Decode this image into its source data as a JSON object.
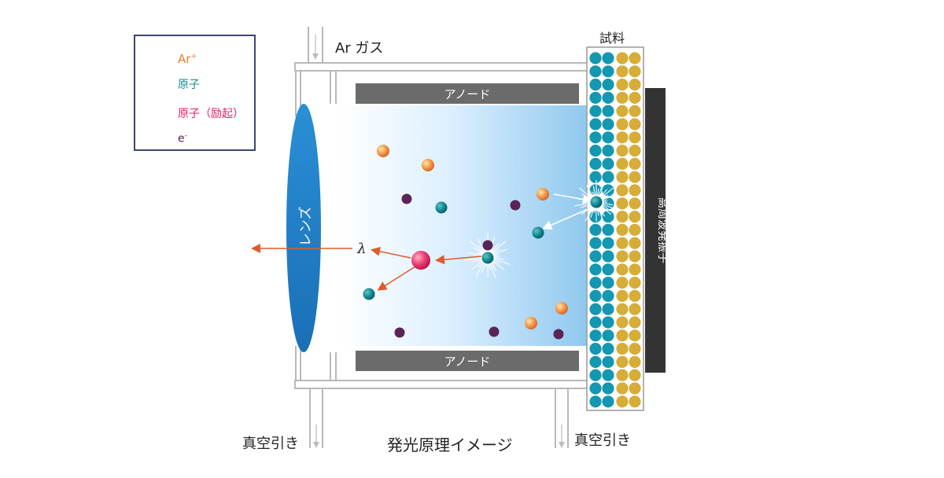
{
  "legend": {
    "items": [
      {
        "key": "ar_ion",
        "label": "Ar",
        "sup": "+",
        "color": "#e8832e"
      },
      {
        "key": "atom",
        "label": "原子",
        "color": "#138a94"
      },
      {
        "key": "excited_atom",
        "label": "原子（励起）",
        "color": "#e5206e"
      },
      {
        "key": "electron",
        "label": "e",
        "sup": "-",
        "color": "#4a1f4f"
      }
    ]
  },
  "labels": {
    "gas_inlet": "Ar ガス",
    "sample": "試料",
    "anode_top": "アノード",
    "anode_bottom": "アノード",
    "lens": "レンズ",
    "oscillator": "高周波発振子",
    "lambda": "λ",
    "vacuum_left": "真空引き",
    "vacuum_right": "真空引き",
    "caption": "発光原理イメージ"
  },
  "colors": {
    "ar_ion": "#f08a3c",
    "atom": "#0f8790",
    "excited_atom": "#e4326a",
    "electron": "#5a2457",
    "sample_teal": "#1497b0",
    "sample_gold": "#d6ad38",
    "anode": "#6b6b6b",
    "oscillator": "#333333",
    "lens": "#1f84c9",
    "arrow": "#e05a2b",
    "plasma": "#8fc8ee"
  },
  "icons": {
    "gas_arrow": "down-arrow-icon",
    "vacuum_arrow": "down-arrow-icon"
  }
}
